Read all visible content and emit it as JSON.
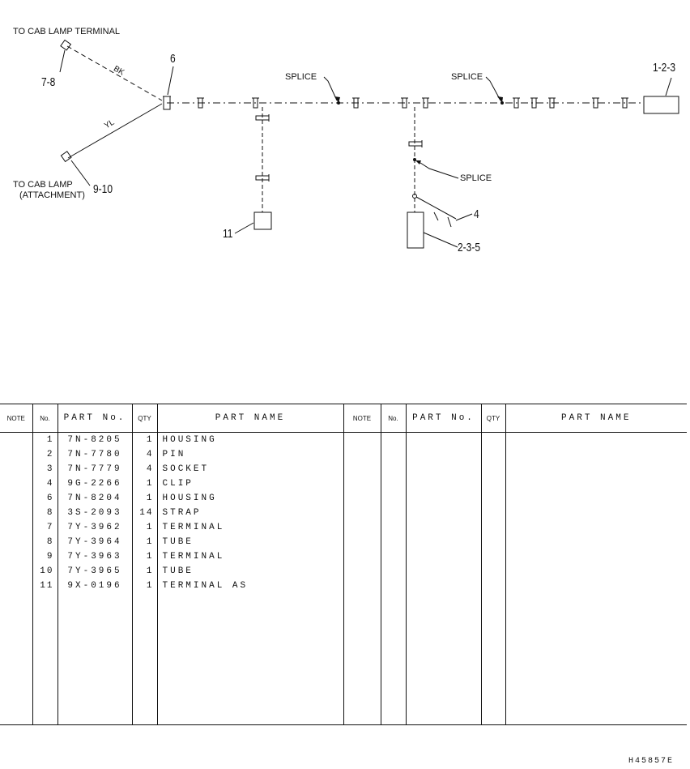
{
  "diagram": {
    "labels": {
      "to_cab_lamp_terminal": "TO CAB LAMP TERMINAL",
      "to_cab_lamp_attachment_1": "TO CAB LAMP",
      "to_cab_lamp_attachment_2": "(ATTACHMENT)",
      "splice_1": "SPLICE",
      "splice_2": "SPLICE",
      "splice_3": "SPLICE",
      "wire_bk": "BK",
      "wire_yl": "YL"
    },
    "callouts": {
      "c_1_2_3": "1-2-3",
      "c_6": "6",
      "c_7_8": "7-8",
      "c_9_10": "9-10",
      "c_11": "11",
      "c_4": "4",
      "c_2_3_5": "2-3-5"
    }
  },
  "table": {
    "headers": {
      "note": "NOTE",
      "no": "No.",
      "part_no": "PART No.",
      "qty": "QTY",
      "part_name": "PART NAME"
    },
    "rows": [
      {
        "no": "1",
        "part_no": "7N-8205",
        "qty": "1",
        "name": "HOUSING"
      },
      {
        "no": "2",
        "part_no": "7N-7780",
        "qty": "4",
        "name": "PIN"
      },
      {
        "no": "3",
        "part_no": "7N-7779",
        "qty": "4",
        "name": "SOCKET"
      },
      {
        "no": "4",
        "part_no": "9G-2266",
        "qty": "1",
        "name": "CLIP"
      },
      {
        "no": "6",
        "part_no": "7N-8204",
        "qty": "1",
        "name": "HOUSING"
      },
      {
        "no": "8",
        "part_no": "3S-2093",
        "qty": "14",
        "name": "STRAP"
      },
      {
        "no": "7",
        "part_no": "7Y-3962",
        "qty": "1",
        "name": "TERMINAL"
      },
      {
        "no": "8",
        "part_no": "7Y-3964",
        "qty": "1",
        "name": "TUBE"
      },
      {
        "no": "9",
        "part_no": "7Y-3963",
        "qty": "1",
        "name": "TERMINAL"
      },
      {
        "no": "10",
        "part_no": "7Y-3965",
        "qty": "1",
        "name": "TUBE"
      },
      {
        "no": "11",
        "part_no": "9X-0196",
        "qty": "1",
        "name": "TERMINAL AS"
      }
    ]
  },
  "drawing_code": "H45857E"
}
